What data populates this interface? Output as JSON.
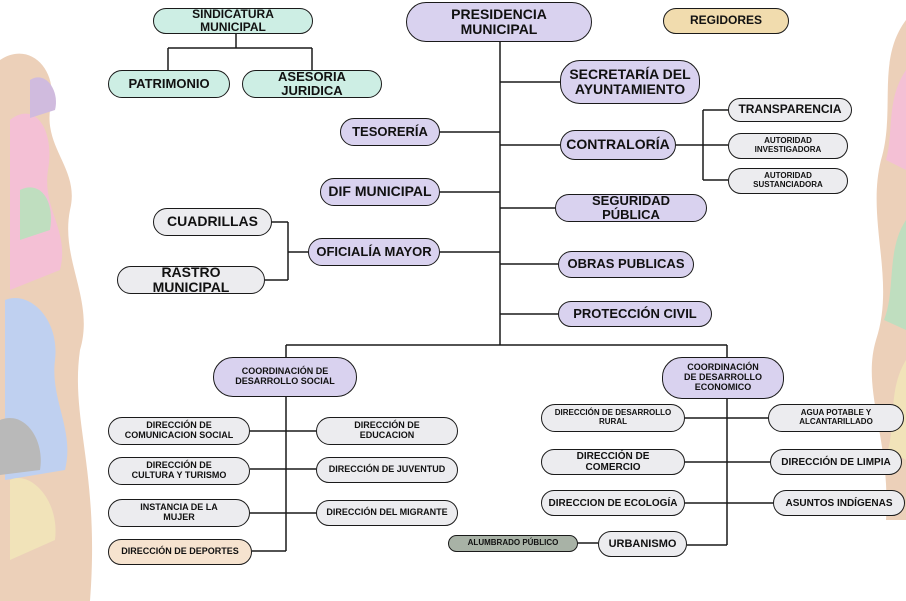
{
  "nodes": {
    "presidencia": "PRESIDENCIA MUNICIPAL",
    "sindicatura": "SINDICATURA MUNICIPAL",
    "regidores": "REGIDORES",
    "patrimonio": "PATRIMONIO",
    "asesoria": "ASESORIA JURIDICA",
    "secretaria": "SECRETARÍA DEL\nAYUNTAMIENTO",
    "tesoreria": "TESORERÍA",
    "contraloria": "CONTRALORÍA",
    "transparencia": "TRANSPARENCIA",
    "autoridad_investigadora": "AUTORIDAD\nINVESTIGADORA",
    "autoridad_sustanciadora": "AUTORIDAD\nSUSTANCIADORA",
    "dif": "DIF MUNICIPAL",
    "seguridad": "SEGURIDAD PÚBLICA",
    "cuadrillas": "CUADRILLAS",
    "oficialia": "OFICIALÍA MAYOR",
    "rastro": "RASTRO MUNICIPAL",
    "obras": "OBRAS PUBLICAS",
    "proteccion": "PROTECCIÓN CIVIL",
    "coord_social": "COORDINACIÓN DE\nDESARROLLO SOCIAL",
    "coord_economico": "COORDINACIÓN\nDE DESARROLLO\nECONOMICO",
    "comunicacion": "DIRECCIÓN DE\nCOMUNICACION SOCIAL",
    "educacion": "DIRECCIÓN DE\nEDUCACION",
    "cultura": "DIRECCIÓN DE\nCULTURA Y TURISMO",
    "juventud": "DIRECCIÓN DE JUVENTUD",
    "mujer": "INSTANCIA DE LA\nMUJER",
    "migrante": "DIRECCIÓN DEL MIGRANTE",
    "deportes": "DIRECCIÓN DE DEPORTES",
    "desarrollo_rural": "DIRECCIÓN DE DESARROLLO\nRURAL",
    "agua": "AGUA POTABLE Y\nALCANTARILLADO",
    "comercio": "DIRECCIÓN DE COMERCIO",
    "limpia": "DIRECCIÓN DE LIMPIA",
    "ecologia": "DIRECCION DE ECOLOGÍA",
    "indigenas": "ASUNTOS INDÍGENAS",
    "alumbrado": "ALUMBRADO PÚBLICO",
    "urbanismo": "URBANISMO"
  },
  "colors": {
    "purple": "#d9d2ef",
    "grey": "#ececef",
    "tan": "#f1dcae",
    "teal": "#cdeee4",
    "peach": "#f6e3cf",
    "dark_grey": "#a8b2a6",
    "line": "#1a1a1a"
  }
}
